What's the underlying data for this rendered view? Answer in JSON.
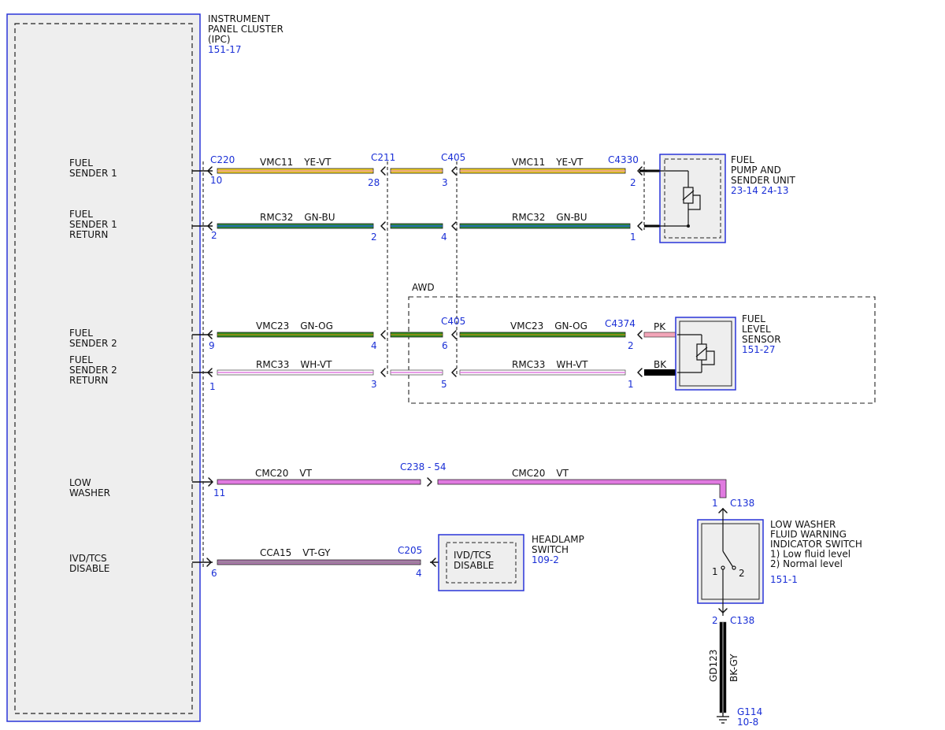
{
  "ipc": {
    "title_lines": [
      "INSTRUMENT",
      "PANEL CLUSTER",
      "(IPC)"
    ],
    "ref": "151-17",
    "pin_labels": {
      "fuel_sender_1": [
        "FUEL",
        "SENDER 1"
      ],
      "fuel_sender_1_return": [
        "FUEL",
        "SENDER 1",
        "RETURN"
      ],
      "fuel_sender_2": [
        "FUEL",
        "SENDER 2"
      ],
      "fuel_sender_2_return": [
        "FUEL",
        "SENDER 2",
        "RETURN"
      ],
      "low_washer": [
        "LOW",
        "WASHER"
      ],
      "ivd_tcs_disable": [
        "IVD/TCS",
        "DISABLE"
      ]
    }
  },
  "connectors": {
    "c220": "C220",
    "c211": "C211",
    "c405_top": "C405",
    "c4330": "C4330",
    "c405_awd": "C405",
    "c4374": "C4374",
    "c238": "C238  -  54",
    "c205": "C205",
    "c138_top": "C138",
    "c138_bottom": "C138"
  },
  "circuits": {
    "vmc11_a": {
      "circuit": "VMC11",
      "color_code": "YE-VT"
    },
    "vmc11_b": {
      "circuit": "VMC11",
      "color_code": "YE-VT"
    },
    "rmc32_a": {
      "circuit": "RMC32",
      "color_code": "GN-BU"
    },
    "rmc32_b": {
      "circuit": "RMC32",
      "color_code": "GN-BU"
    },
    "vmc23_a": {
      "circuit": "VMC23",
      "color_code": "GN-OG"
    },
    "vmc23_b": {
      "circuit": "VMC23",
      "color_code": "GN-OG"
    },
    "rmc33_a": {
      "circuit": "RMC33",
      "color_code": "WH-VT"
    },
    "rmc33_b": {
      "circuit": "RMC33",
      "color_code": "WH-VT"
    },
    "cmc20_a": {
      "circuit": "CMC20",
      "color_code": "VT"
    },
    "cmc20_b": {
      "circuit": "CMC20",
      "color_code": "VT"
    },
    "cca15": {
      "circuit": "CCA15",
      "color_code": "VT-GY"
    },
    "gd123": {
      "circuit": "GD123",
      "color_code": "BK-GY"
    }
  },
  "pins": {
    "vmc11": [
      "10",
      "28",
      "3",
      "2"
    ],
    "rmc32": [
      "2",
      "2",
      "4",
      "1"
    ],
    "vmc23": [
      "9",
      "4",
      "6",
      "2"
    ],
    "rmc33": [
      "1",
      "3",
      "5",
      "1"
    ],
    "cmc20": [
      "11",
      "1"
    ],
    "cca15": [
      "6",
      "4"
    ],
    "gd123_top": "2"
  },
  "pump": {
    "title_lines": [
      "FUEL",
      "PUMP AND",
      "SENDER UNIT"
    ],
    "ref": "23-14  24-13"
  },
  "level_sensor": {
    "title_lines": [
      "FUEL",
      "LEVEL",
      "SENSOR"
    ],
    "ref": "151-27",
    "wire_pk": "PK",
    "wire_bk": "BK"
  },
  "awd": {
    "label": "AWD"
  },
  "headlamp": {
    "title_lines": [
      "HEADLAMP",
      "SWITCH"
    ],
    "ref": "109-2",
    "inner_lines": [
      "IVD/TCS",
      "DISABLE"
    ]
  },
  "washer": {
    "title_lines": [
      "LOW WASHER",
      "FLUID WARNING",
      "INDICATOR SWITCH",
      "1) Low fluid level",
      "2) Normal level"
    ],
    "ref": "151-1",
    "pos1": "1",
    "pos2": "2"
  },
  "ground": {
    "id": "G114",
    "ref": "10-8"
  },
  "colors": {
    "ye_vt": "#f0d020",
    "gn_bu": "#2e8a3a",
    "bu": "#1f5fd0",
    "gn_og": "#2f8f1f",
    "og": "#e08a10",
    "wh": "#ffffff",
    "vt": "#e07ae0",
    "vt_gy": "#b07ab0",
    "pk": "#f2a5b8",
    "bk": "#000000",
    "box_blue": "#2a35d8",
    "fill_grey": "#eeeeee"
  }
}
